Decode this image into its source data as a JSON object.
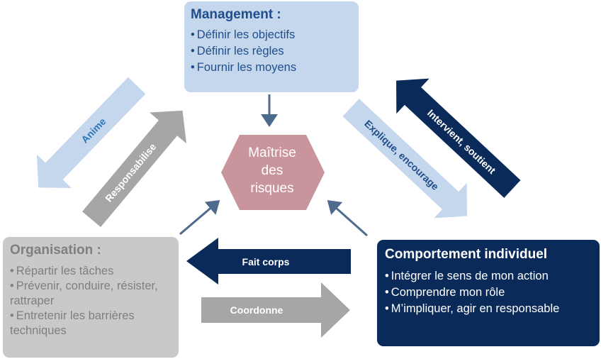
{
  "management": {
    "title": "Management :",
    "items": [
      "Définir les objectifs",
      "Définir les règles",
      "Fournir les moyens"
    ]
  },
  "organisation": {
    "title": "Organisation :",
    "items": [
      "Répartir les tâches",
      "Prévenir, conduire, résister, rattraper",
      "Entretenir les barrières techniques"
    ]
  },
  "comportement": {
    "title": "Comportement  individuel",
    "items": [
      "Intégrer le sens de mon action",
      "Comprendre mon rôle",
      "M’impliquer, agir en responsable"
    ]
  },
  "center": {
    "lines": [
      "Maîtrise",
      "des",
      "risques"
    ]
  },
  "arrows": {
    "anime": "Anime",
    "responsabilise": "Responsabilise",
    "explique": "Explique, encourage",
    "intervient": "Intervient, soutient",
    "fait_corps": "Fait corps",
    "coordonne": "Coordonne"
  },
  "bullet": "•",
  "colors": {
    "light_blue": "#c5d7ec",
    "gray": "#c9c9c9",
    "dark_gray": "#a6a6a6",
    "navy": "#0a2b5a",
    "hexagon": "#c9959c",
    "connector": "#4e6a8d"
  }
}
